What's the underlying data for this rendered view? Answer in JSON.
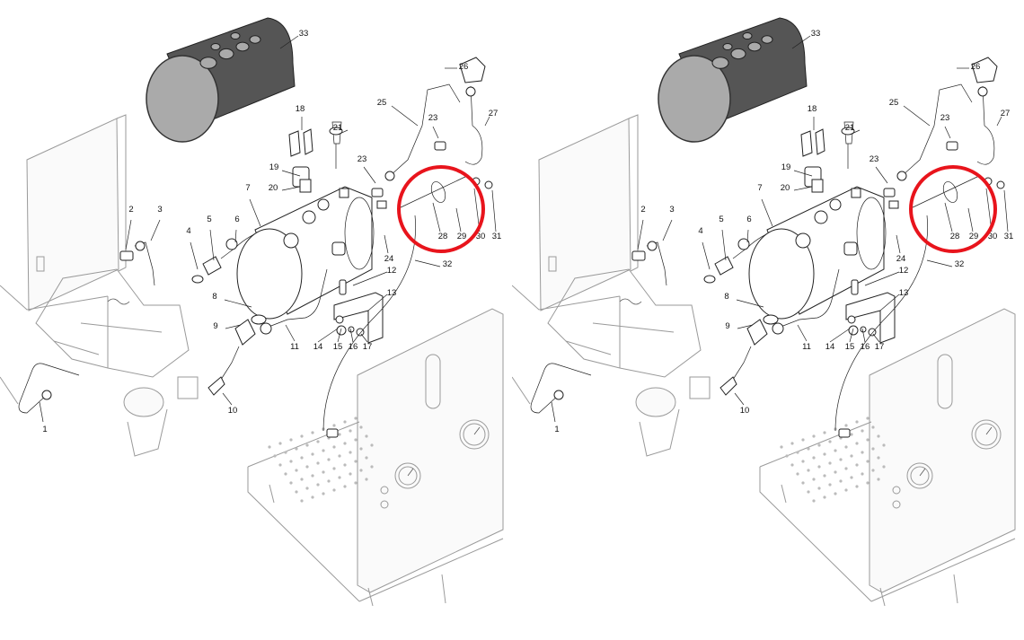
{
  "colors": {
    "highlight_circle": "#e8141c",
    "line": "#222222",
    "faint_line": "#9a9a9a",
    "cover": "#555555",
    "background": "#ffffff"
  },
  "panels": [
    {
      "id": "left",
      "labels": [
        "1",
        "2",
        "3",
        "4",
        "5",
        "6",
        "7",
        "8",
        "9",
        "10",
        "11",
        "12",
        "13",
        "14",
        "15",
        "16",
        "17",
        "18",
        "19",
        "20",
        "21",
        "23",
        "23",
        "24",
        "25",
        "26",
        "27",
        "28",
        "29",
        "30",
        "31",
        "32",
        "33"
      ]
    },
    {
      "id": "right",
      "labels": [
        "1",
        "2",
        "3",
        "4",
        "5",
        "6",
        "7",
        "8",
        "9",
        "10",
        "11",
        "12",
        "13",
        "14",
        "15",
        "16",
        "17",
        "18",
        "19",
        "20",
        "21",
        "23",
        "23",
        "24",
        "25",
        "26",
        "27",
        "28",
        "29",
        "30",
        "31",
        "32",
        "33"
      ]
    }
  ],
  "highlight": {
    "shape": "circle",
    "color": "#e8141c",
    "encircled_parts": [
      "28",
      "29",
      "30"
    ]
  }
}
